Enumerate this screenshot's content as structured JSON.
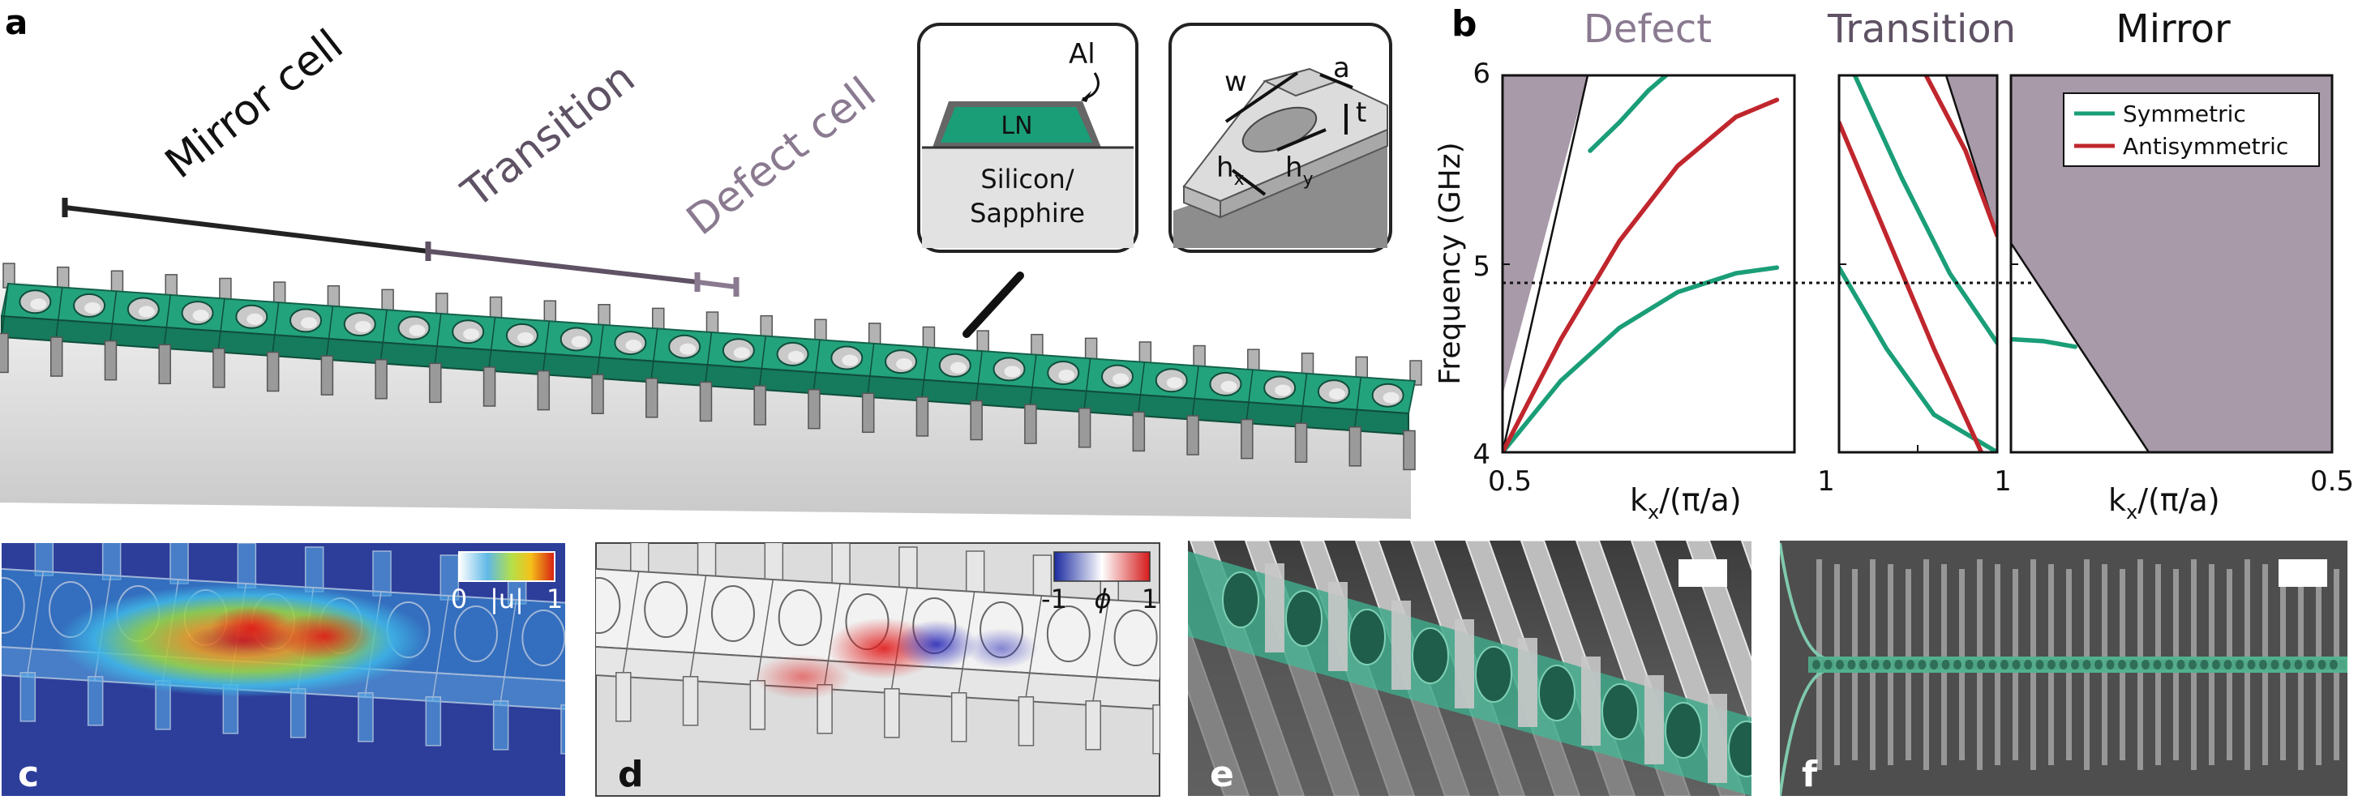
{
  "panels": {
    "a": {
      "letter": "a",
      "labels": {
        "mirror": "Mirror cell",
        "transition": "Transition",
        "defect": "Defect cell"
      },
      "inset_cross_section": {
        "metal": "Al",
        "film": "LN",
        "substrate_line1": "Silicon/",
        "substrate_line2": "Sapphire"
      },
      "inset_unit_cell": {
        "w": "w",
        "a": "a",
        "t": "t",
        "hx_base": "h",
        "hx_sub": "x",
        "hy_base": "h",
        "hy_sub": "y"
      },
      "colors": {
        "beam": "#1a9e78",
        "tether": "#9a9a9a",
        "mirror_line": "#222222",
        "transition_line": "#5f5264",
        "defect_line": "#8a7a90"
      }
    },
    "b": {
      "letter": "b",
      "section_titles": {
        "defect": "Defect",
        "transition": "Transition",
        "mirror": "Mirror"
      },
      "ylabel": "Frequency (GHz)",
      "xlabel_base": "k",
      "xlabel_sub": "x",
      "xlabel_rest": "/(π/a)",
      "defect_ticks": [
        "0.5",
        "1"
      ],
      "mirror_ticks": [
        "1",
        "0.5"
      ],
      "y_ticks": [
        "4",
        "5",
        "6"
      ],
      "legend": [
        "Symmetric",
        "Antisymmetric"
      ],
      "colors": {
        "symmetric": "#1a9e78",
        "antisymmetric": "#c0262d",
        "bandgap": "#a89aa8",
        "defect_title": "#8a7a90",
        "transition_title": "#5f5264",
        "mirror_title": "#111111"
      }
    },
    "c": {
      "letter": "c",
      "cb_min": "0",
      "cb_label": "|u|",
      "cb_max": "1"
    },
    "d": {
      "letter": "d",
      "cb_min": "-1",
      "cb_label": "ϕ",
      "cb_max": "1"
    },
    "e": {
      "letter": "e"
    },
    "f": {
      "letter": "f"
    }
  },
  "chart_data": {
    "type": "line",
    "ylabel": "Frequency (GHz)",
    "xlabel": "kx/(π/a)",
    "ylim": [
      4,
      6
    ],
    "legend_placement": "top-right",
    "laser_line_ghz": 4.9,
    "sections": [
      {
        "name": "Defect",
        "xlim": [
          0.5,
          1
        ],
        "series": [
          {
            "name": "Symmetric",
            "points": [
              [
                0.5,
                4.0
              ],
              [
                0.6,
                4.38
              ],
              [
                0.7,
                4.66
              ],
              [
                0.8,
                4.85
              ],
              [
                0.9,
                4.95
              ],
              [
                0.97,
                4.98
              ]
            ]
          },
          {
            "name": "Antisymmetric",
            "points": [
              [
                0.5,
                4.0
              ],
              [
                0.6,
                4.6
              ],
              [
                0.7,
                5.12
              ],
              [
                0.8,
                5.52
              ],
              [
                0.9,
                5.78
              ],
              [
                0.97,
                5.87
              ]
            ]
          },
          {
            "name": "Symmetric",
            "points": [
              [
                0.65,
                5.6
              ],
              [
                0.7,
                5.75
              ],
              [
                0.75,
                5.92
              ],
              [
                0.78,
                6.0
              ]
            ]
          }
        ]
      },
      {
        "name": "Transition",
        "series": [
          {
            "name": "Symmetric",
            "points": [
              [
                0,
                4.98
              ],
              [
                0.3,
                4.55
              ],
              [
                0.6,
                4.2
              ],
              [
                1,
                4.0
              ]
            ]
          },
          {
            "name": "Antisymmetric",
            "points": [
              [
                0,
                5.75
              ],
              [
                0.3,
                5.15
              ],
              [
                0.6,
                4.55
              ],
              [
                0.9,
                4.0
              ]
            ]
          },
          {
            "name": "Symmetric",
            "points": [
              [
                0.1,
                6.0
              ],
              [
                0.4,
                5.45
              ],
              [
                0.7,
                4.95
              ],
              [
                1,
                4.58
              ]
            ]
          },
          {
            "name": "Antisymmetric",
            "points": [
              [
                0.55,
                6.0
              ],
              [
                0.8,
                5.6
              ],
              [
                1,
                5.15
              ]
            ]
          }
        ]
      },
      {
        "name": "Mirror",
        "xlim": [
          1,
          0.5
        ],
        "series": [
          {
            "name": "Symmetric",
            "points": [
              [
                1,
                4.6
              ],
              [
                0.95,
                4.59
              ],
              [
                0.9,
                4.56
              ]
            ]
          }
        ]
      }
    ]
  }
}
